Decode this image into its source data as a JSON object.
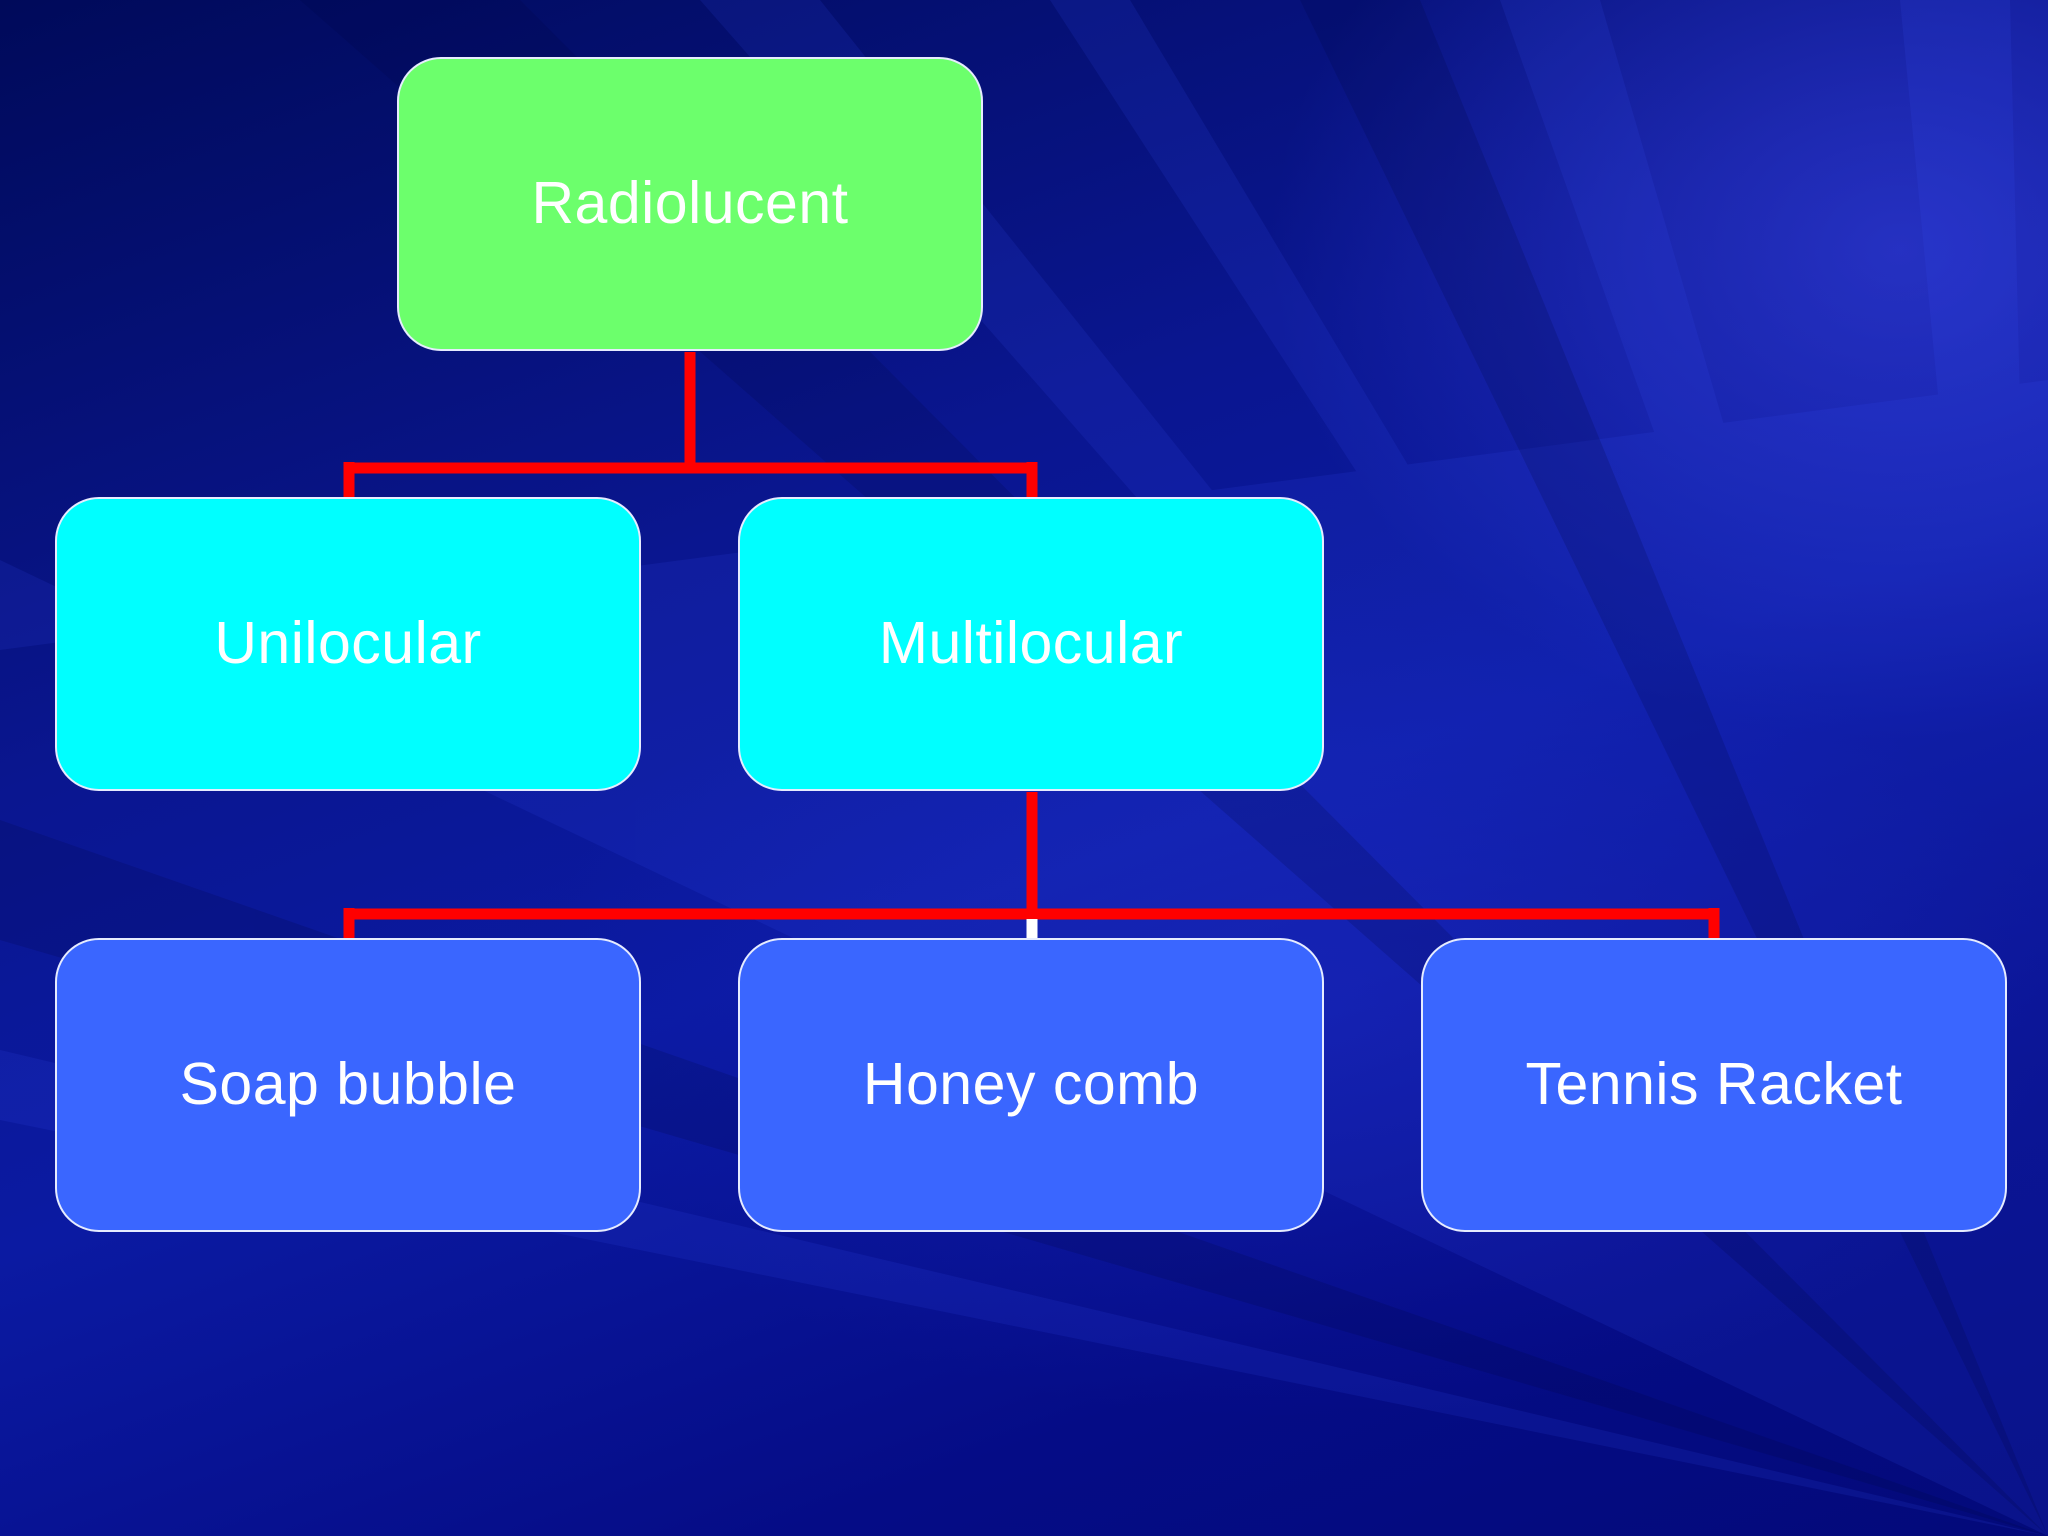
{
  "diagram": {
    "root": {
      "label": "Radiolucent"
    },
    "level1": [
      {
        "label": "Unilocular"
      },
      {
        "label": "Multilocular"
      }
    ],
    "level2": [
      {
        "label": "Soap bubble"
      },
      {
        "label": "Honey comb"
      },
      {
        "label": "Tennis Racket"
      }
    ]
  },
  "colors": {
    "root_fill": "#6cff6c",
    "level1_fill": "#00ffff",
    "level2_fill": "#3a66ff",
    "connector": "#ff0000",
    "text": "#ffffff",
    "background": "#0b1aa2"
  }
}
